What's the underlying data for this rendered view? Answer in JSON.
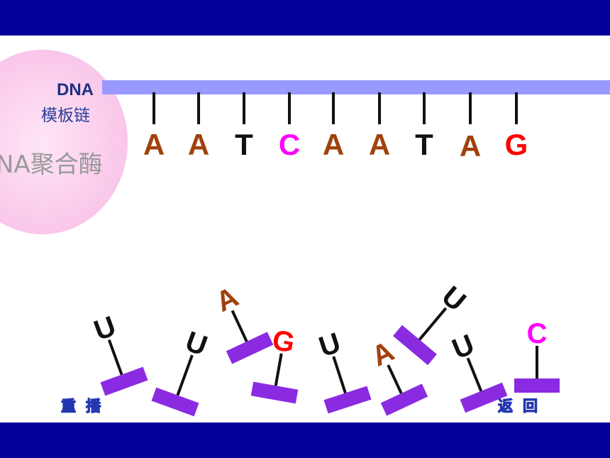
{
  "labels": {
    "dna": "DNA",
    "template_strand": "模板链",
    "polymerase": "NA聚合酶"
  },
  "template_bases": [
    {
      "letter": "A",
      "color": "#a0410d"
    },
    {
      "letter": "A",
      "color": "#a0410d"
    },
    {
      "letter": "T",
      "color": "#111111"
    },
    {
      "letter": "C",
      "color": "#ff00ff"
    },
    {
      "letter": "A",
      "color": "#a0410d"
    },
    {
      "letter": "A",
      "color": "#a0410d"
    },
    {
      "letter": "T",
      "color": "#111111"
    },
    {
      "letter": "A",
      "color": "#a0410d"
    },
    {
      "letter": "G",
      "color": "#ff0000"
    }
  ],
  "free_nucleotides": [
    {
      "letter": "U",
      "color": "#111111"
    },
    {
      "letter": "U",
      "color": "#111111"
    },
    {
      "letter": "A",
      "color": "#a0410d"
    },
    {
      "letter": "G",
      "color": "#ff0000"
    },
    {
      "letter": "U",
      "color": "#111111"
    },
    {
      "letter": "A",
      "color": "#a0410d"
    },
    {
      "letter": "U",
      "color": "#111111"
    },
    {
      "letter": "U",
      "color": "#111111"
    },
    {
      "letter": "C",
      "color": "#ff00ff"
    }
  ],
  "controls": {
    "replay": [
      "重",
      "播"
    ],
    "back": [
      "返",
      "回"
    ]
  },
  "colors": {
    "frame": "#000099",
    "dna_strand": "#9999ff",
    "polymerase": "#ffccee",
    "nucleotide_body": "#8a2be2"
  }
}
